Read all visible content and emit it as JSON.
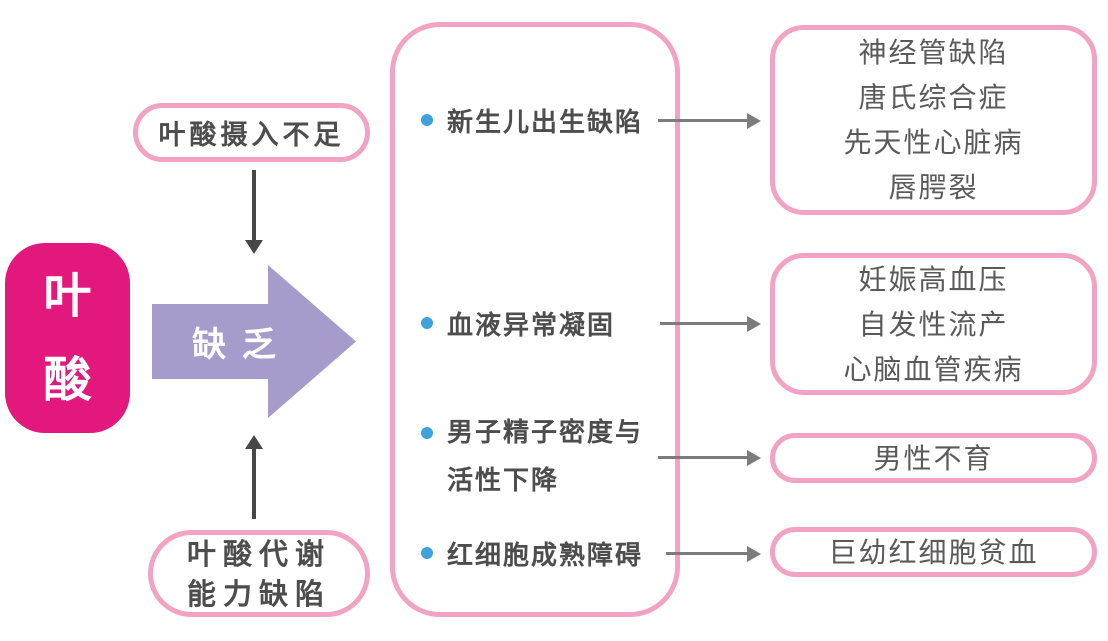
{
  "colors": {
    "magenta": "#E2187C",
    "pink_border": "#F2A2C2",
    "purple": "#A79BCB",
    "bullet_blue": "#3FA2DC",
    "text_dark": "#4D4D4D",
    "text_gray": "#5A5A5A",
    "arrow_dark": "#474747",
    "arrow_gray": "#7C7C7C"
  },
  "source": {
    "line1": "叶",
    "line2": "酸"
  },
  "deficiency": {
    "label": "缺 乏"
  },
  "causes": {
    "intake": {
      "label": "叶酸摄入不足"
    },
    "metabolism": {
      "line1": "叶酸代谢",
      "line2": "能力缺陷"
    }
  },
  "effects": {
    "items": [
      {
        "label": "新生儿出生缺陷"
      },
      {
        "label": "血液异常凝固"
      },
      {
        "line1": "男子精子密度与",
        "line2": "活性下降"
      },
      {
        "label": "红细胞成熟障碍"
      }
    ]
  },
  "outcomes": [
    {
      "lines": [
        "神经管缺陷",
        "唐氏综合症",
        "先天性心脏病",
        "唇腭裂"
      ]
    },
    {
      "lines": [
        "妊娠高血压",
        "自发性流产",
        "心脑血管疾病"
      ]
    },
    {
      "lines": [
        "男性不育"
      ]
    },
    {
      "lines": [
        "巨幼红细胞贫血"
      ]
    }
  ]
}
